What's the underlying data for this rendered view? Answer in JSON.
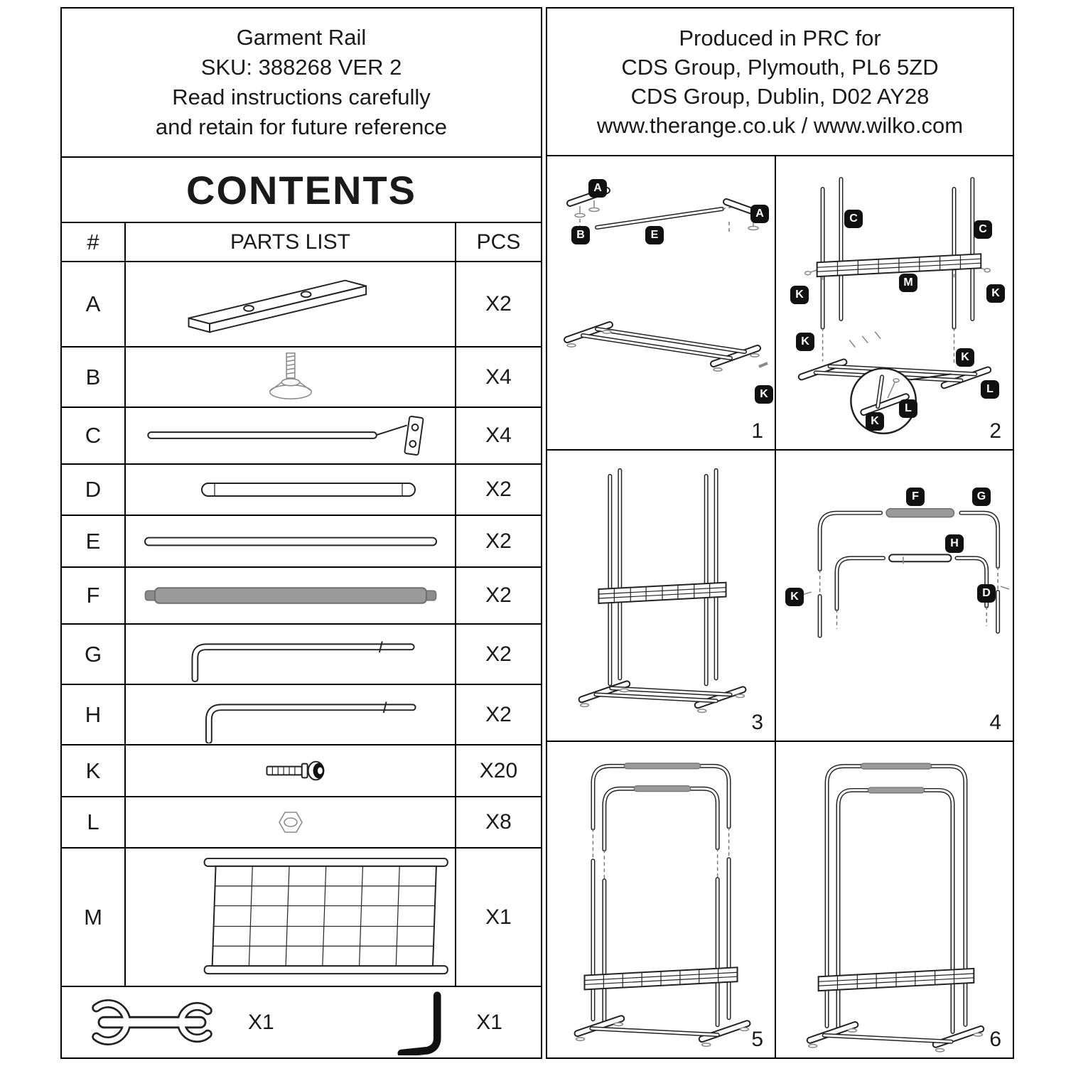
{
  "colors": {
    "ink": "#1a1a1a",
    "gray_part": "#9a9a9a"
  },
  "left": {
    "header": {
      "line1": "Garment Rail",
      "line2": "SKU: 388268 VER 2",
      "line3": "Read instructions carefully",
      "line4": "and retain for future reference"
    },
    "contents_title": "CONTENTS",
    "table": {
      "col_number": "#",
      "col_parts": "PARTS LIST",
      "col_pcs": "PCS",
      "rows": [
        {
          "id": "A",
          "icon": "corner-bar-icon",
          "qty": "X2"
        },
        {
          "id": "B",
          "icon": "leveling-foot-icon",
          "qty": "X4"
        },
        {
          "id": "C",
          "icon": "upright-pole-icon",
          "qty": "X4"
        },
        {
          "id": "D",
          "icon": "hanging-rail-icon",
          "qty": "X2"
        },
        {
          "id": "E",
          "icon": "base-bar-icon",
          "qty": "X2"
        },
        {
          "id": "F",
          "icon": "grip-bar-icon",
          "qty": "X2"
        },
        {
          "id": "G",
          "icon": "corner-tube-icon",
          "qty": "X2"
        },
        {
          "id": "H",
          "icon": "corner-tube-icon",
          "qty": "X2"
        },
        {
          "id": "K",
          "icon": "bolt-icon",
          "qty": "X20"
        },
        {
          "id": "L",
          "icon": "nut-icon",
          "qty": "X8"
        },
        {
          "id": "M",
          "icon": "wire-shelf-icon",
          "qty": "X1"
        }
      ],
      "tools": {
        "wrench_icon": "wrench-icon",
        "wrench_qty": "X1",
        "allen_key_icon": "allen-key-icon",
        "allen_key_qty": "X1"
      }
    }
  },
  "right": {
    "header": {
      "line1": "Produced in PRC for",
      "line2": "CDS Group, Plymouth, PL6 5ZD",
      "line3": "CDS Group, Dublin, D02 AY28",
      "line4": "www.therange.co.uk / www.wilko.com"
    },
    "steps": [
      {
        "number": "1",
        "labels": [
          "A",
          "B",
          "E",
          "A",
          "K"
        ]
      },
      {
        "number": "2",
        "labels": [
          "C",
          "C",
          "M",
          "K",
          "K",
          "K",
          "K",
          "L",
          "K",
          "L"
        ]
      },
      {
        "number": "3",
        "labels": []
      },
      {
        "number": "4",
        "labels": [
          "F",
          "G",
          "H",
          "K",
          "D"
        ]
      },
      {
        "number": "5",
        "labels": []
      },
      {
        "number": "6",
        "labels": []
      }
    ]
  }
}
